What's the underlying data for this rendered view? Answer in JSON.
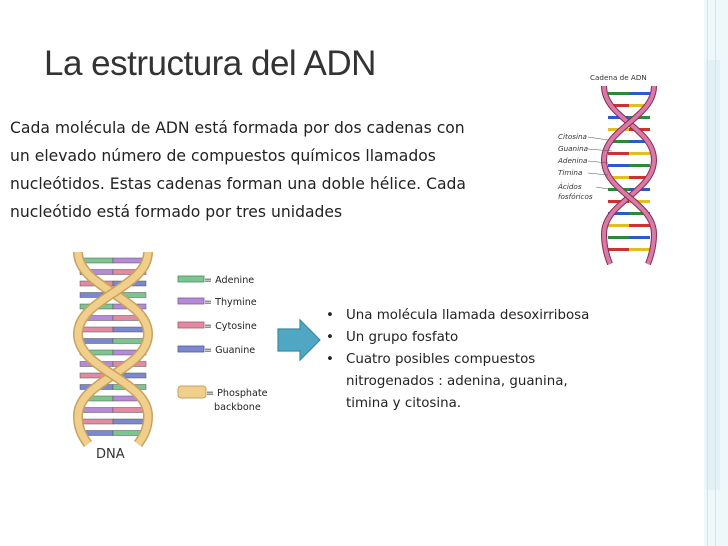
{
  "slide": {
    "title": "La estructura del ADN",
    "paragraph_lines": [
      "Cada molécula de ADN está formada por dos cadenas con",
      "un elevado número de compuestos químicos llamados",
      "nucleótidos. Estas cadenas forman una doble hélice. Cada",
      "nucleótido está formado por tres unidades"
    ],
    "bullets": [
      {
        "lines": [
          "Una molécula llamada desoxirribosa"
        ]
      },
      {
        "lines": [
          "Un grupo fosfato"
        ]
      },
      {
        "lines": [
          "Cuatro posibles compuestos",
          "nitrogenados : adenina, guanina,",
          "timina y citosina."
        ]
      }
    ]
  },
  "dna_figure": {
    "label": "DNA",
    "legend": [
      {
        "label": "= Adenine",
        "color": "#7cc58f"
      },
      {
        "label": "= Thymine",
        "color": "#b58ad6"
      },
      {
        "label": "= Cytosine",
        "color": "#e28aa0"
      },
      {
        "label": "= Guanine",
        "color": "#7b88d0"
      },
      {
        "label": "= Phosphate",
        "label2": "backbone",
        "color": "#f0cf8c"
      }
    ]
  },
  "arrow": {
    "color": "#4fa7c3",
    "icon": "right-arrow-icon"
  },
  "inset_figure": {
    "title": "Cadena de ADN",
    "labels": [
      "Citosina",
      "Guanina",
      "Adenina",
      "Timina",
      "Ácidos",
      "fosfóricos"
    ],
    "strand_color": "#c05a86"
  },
  "theme": {
    "accent": "#4fa7c3",
    "panel": "#eef7fa"
  }
}
